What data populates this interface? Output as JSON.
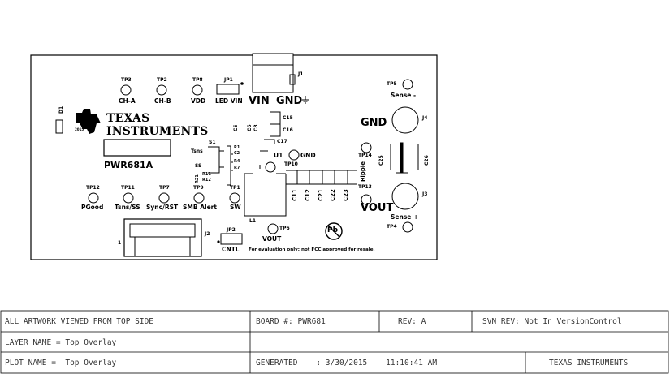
{
  "board": {
    "testpoints": {
      "tp3": {
        "ref": "TP3",
        "name": "CH-A"
      },
      "tp2": {
        "ref": "TP2",
        "name": "CH-B"
      },
      "tp8": {
        "ref": "TP8",
        "name": "VDD"
      },
      "tp12": {
        "ref": "TP12",
        "name": "PGood"
      },
      "tp11": {
        "ref": "TP11",
        "name": "Tsns/SS"
      },
      "tp7": {
        "ref": "TP7",
        "name": "Sync/RST"
      },
      "tp9": {
        "ref": "TP9",
        "name": "SMB Alert"
      },
      "tp1": {
        "ref": "TP1",
        "name": "SW"
      },
      "tp6": {
        "ref": "TP6",
        "name": "VOUT"
      },
      "tp5": {
        "ref": "TP5",
        "name": "Sense -"
      },
      "tp4": {
        "ref": "TP4",
        "name": "Sense +"
      },
      "tp14": {
        "ref": "TP14",
        "name": "Ripple"
      },
      "tp13": {
        "ref": "TP13",
        "name": ""
      },
      "tp10": {
        "ref": "TP10",
        "name": ""
      }
    },
    "jumpers": {
      "jp1": {
        "ref": "JP1",
        "name": "LED VIN"
      },
      "jp2": {
        "ref": "JP2",
        "name": "CNTL"
      }
    },
    "connectors": {
      "j1": "J1",
      "j2": "J2",
      "j3": "J3",
      "j4": "J4",
      "j2_pin": "1"
    },
    "power_labels": {
      "vin": "VIN",
      "gnd_top": "GND",
      "gnd_j4": "GND",
      "vout": "VOUT",
      "gnd_u1": "GND"
    },
    "logo": {
      "line1": "TEXAS",
      "line2": "INSTRUMENTS",
      "year": "2015"
    },
    "board_name": "PWR681A",
    "refdes": {
      "d1": "D1",
      "s1": "S1",
      "tsns": "Tsns",
      "ss": "SS",
      "r1": "R1",
      "c2": "C2",
      "r4": "R4",
      "r7": "R7",
      "r21": "R21",
      "r11": "R11",
      "r12": "R12",
      "c5": "C5",
      "c6": "C6",
      "c8": "C8",
      "c15": "C15",
      "c16": "C16",
      "c17": "C17",
      "u1": "U1",
      "l1": "L1",
      "c11": "C11",
      "c12": "C12",
      "c21": "C21",
      "c22": "C22",
      "c23": "C23",
      "c25": "C25",
      "c26": "C26"
    },
    "pb_symbol": "Pb",
    "disclaimer": "For evaluation only; not FCC approved for resale."
  },
  "title_block": {
    "artwork_note": "ALL ARTWORK VIEWED FROM TOP SIDE",
    "board_no": "BOARD #: PWR681",
    "rev": "REV: A",
    "svn_rev": "SVN REV: Not In VersionControl",
    "layer_name": "LAYER NAME = Top Overlay",
    "plot_name": "PLOT NAME =  Top Overlay",
    "generated": "GENERATED    : 3/30/2015    11:10:41 AM",
    "company": "TEXAS INSTRUMENTS"
  }
}
